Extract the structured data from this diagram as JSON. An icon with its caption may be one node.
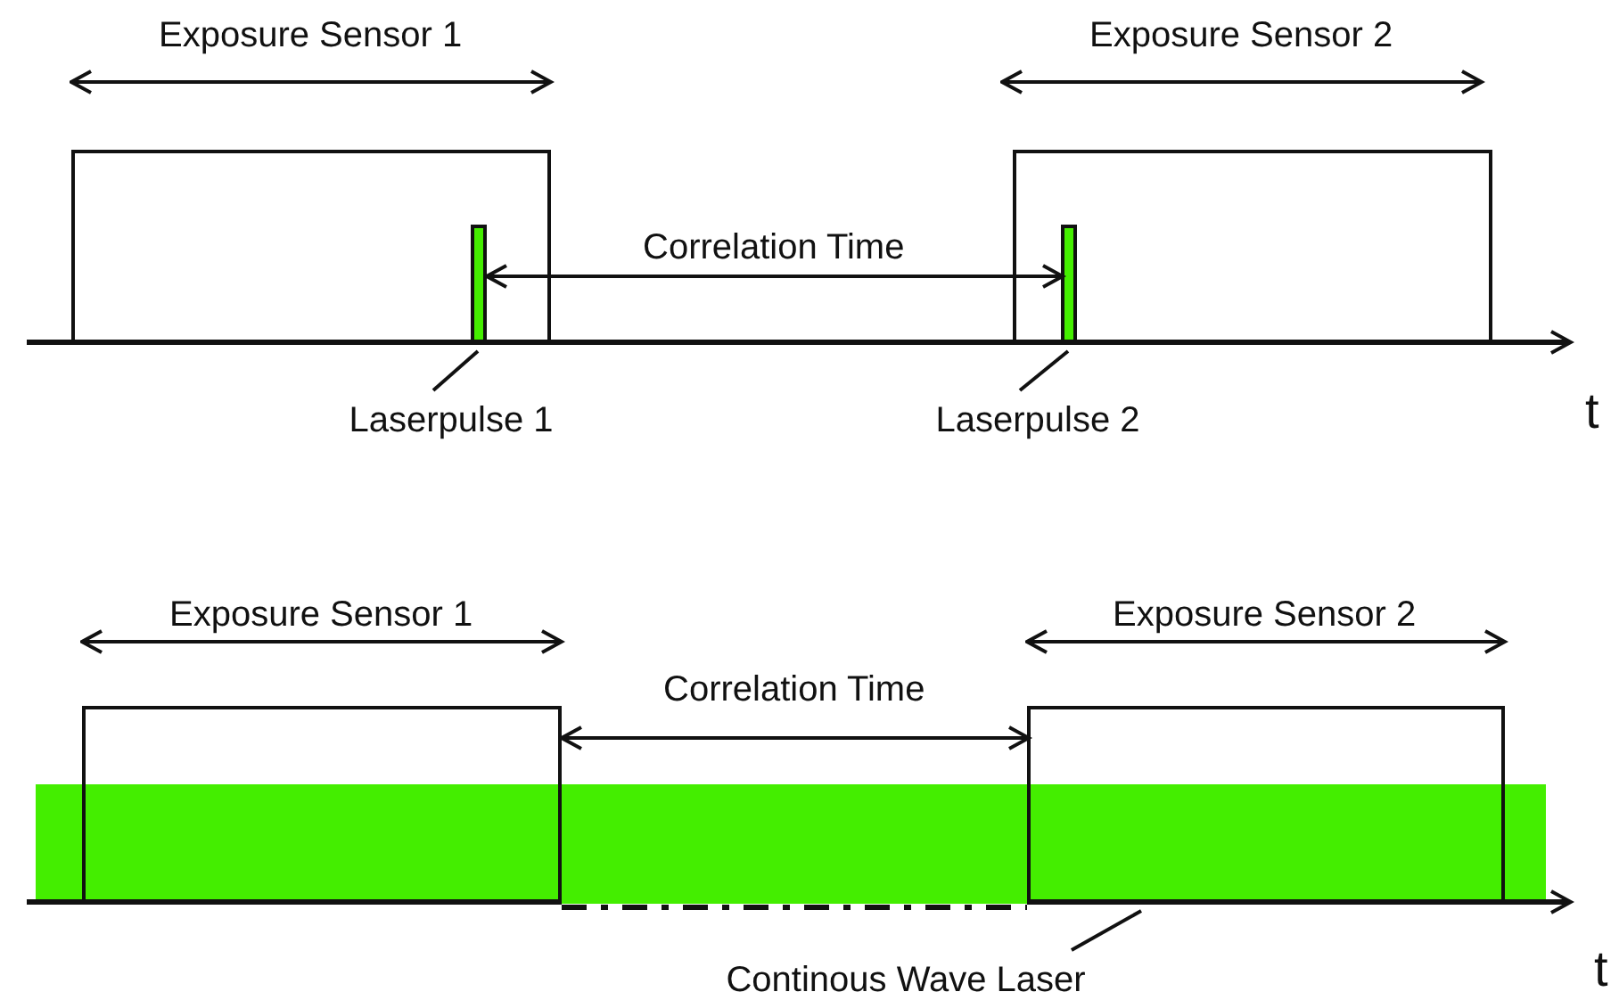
{
  "diagram": {
    "nodes": [
      {
        "text": [],
        "shape": "box"
      },
      {
        "text": [],
        "shape": "box"
      },
      {
        "text": [],
        "shape": "bar",
        "in": 0
      },
      {
        "text": [],
        "shape": "bar",
        "in": 1
      },
      {
        "text": [
          "Laserpulse 1"
        ]
      },
      {
        "text": [
          "Laserpulse 2"
        ]
      },
      {
        "text": [],
        "shape": "box"
      },
      {
        "text": [],
        "shape": "box"
      },
      {
        "text": [],
        "shape": "box"
      },
      {
        "text": [
          "Continous Wave Laser"
        ]
      }
    ],
    "edges": [
      {
        "from": 4,
        "to": 2,
        "arrow": "none"
      },
      {
        "from": 5,
        "to": 3,
        "arrow": "none"
      },
      {
        "from": 9,
        "to": 6,
        "arrow": "none"
      },
      {
        "from": 2,
        "to": 3,
        "arrow": "both",
        "label": "Correlation Time"
      },
      {
        "from": 7,
        "to": 8,
        "arrow": "both",
        "label": "Correlation Time"
      }
    ],
    "labels": [
      "Exposure Sensor 1",
      "Exposure Sensor 2",
      "t",
      "Exposure Sensor 1",
      "Exposure Sensor 2",
      "t"
    ]
  }
}
